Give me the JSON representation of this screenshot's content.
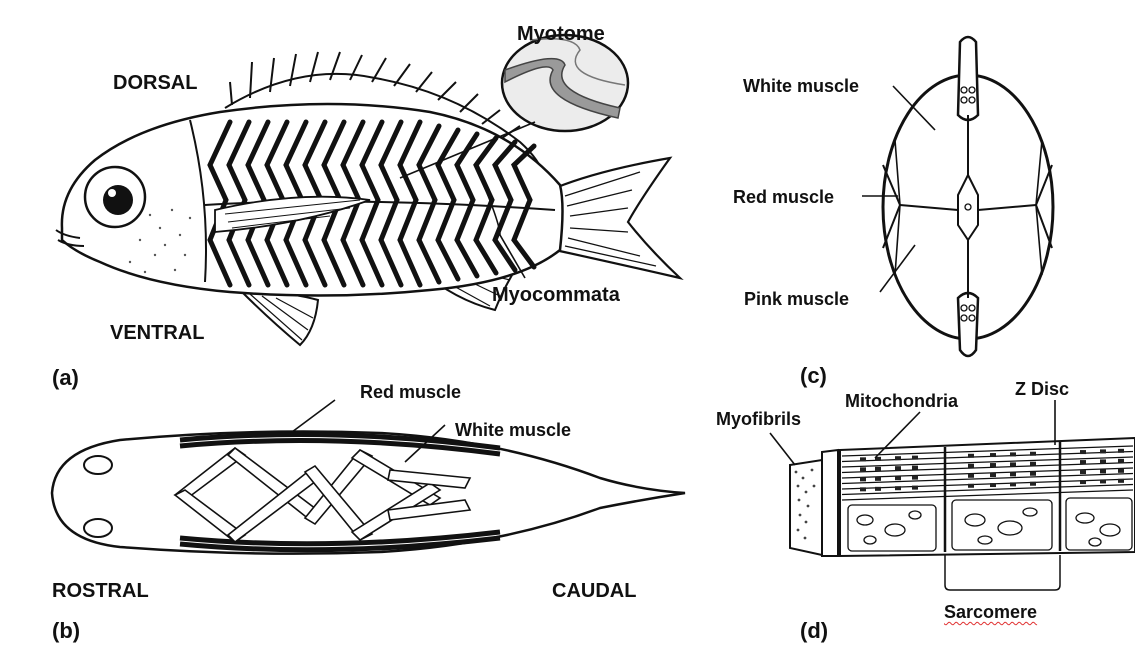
{
  "panel_a": {
    "panel_label": "(a)",
    "dorsal": "DORSAL",
    "ventral": "VENTRAL",
    "myotome": "Myotome",
    "myocommata": "Myocommata"
  },
  "panel_b": {
    "panel_label": "(b)",
    "red_muscle": "Red muscle",
    "white_muscle": "White muscle",
    "rostral": "ROSTRAL",
    "caudal": "CAUDAL"
  },
  "panel_c": {
    "panel_label": "(c)",
    "white_muscle": "White muscle",
    "red_muscle": "Red muscle",
    "pink_muscle": "Pink muscle"
  },
  "panel_d": {
    "panel_label": "(d)",
    "myofibrils": "Myofibrils",
    "mitochondria": "Mitochondria",
    "z_disc": "Z Disc",
    "sarcomere": "Sarcomere"
  },
  "colors": {
    "ink": "#111111",
    "myotome_fill": "#9a9a9a",
    "myotome_bg": "#ececec",
    "spellcheck_underline": "#e03030"
  }
}
